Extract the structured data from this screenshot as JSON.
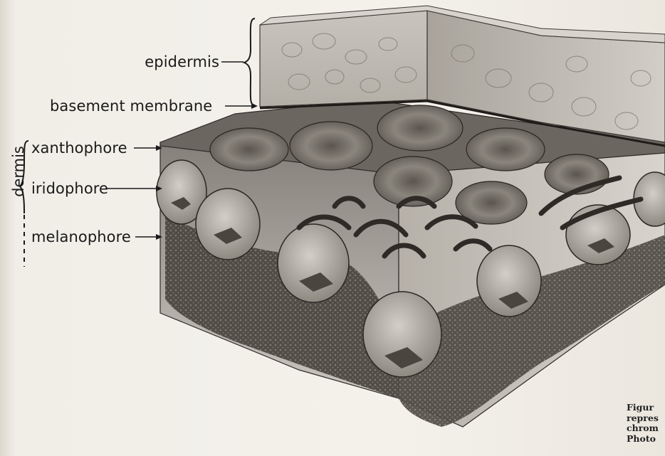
{
  "labels": {
    "epidermis": "epidermis",
    "basement_membrane": "basement membrane",
    "dermis": "dermis",
    "xanthophore": "xanthophore",
    "iridophore": "iridophore",
    "melanophore": "melanophore"
  },
  "caption_fragments": [
    "Figur",
    "repres",
    "chrom",
    "Photo"
  ],
  "colors": {
    "page": "#f3f0ea",
    "ink": "#1a1a1a",
    "block_top": "#cfccc6",
    "block_side": "#8f8a82",
    "melanophore_dark": "#3a3631"
  }
}
